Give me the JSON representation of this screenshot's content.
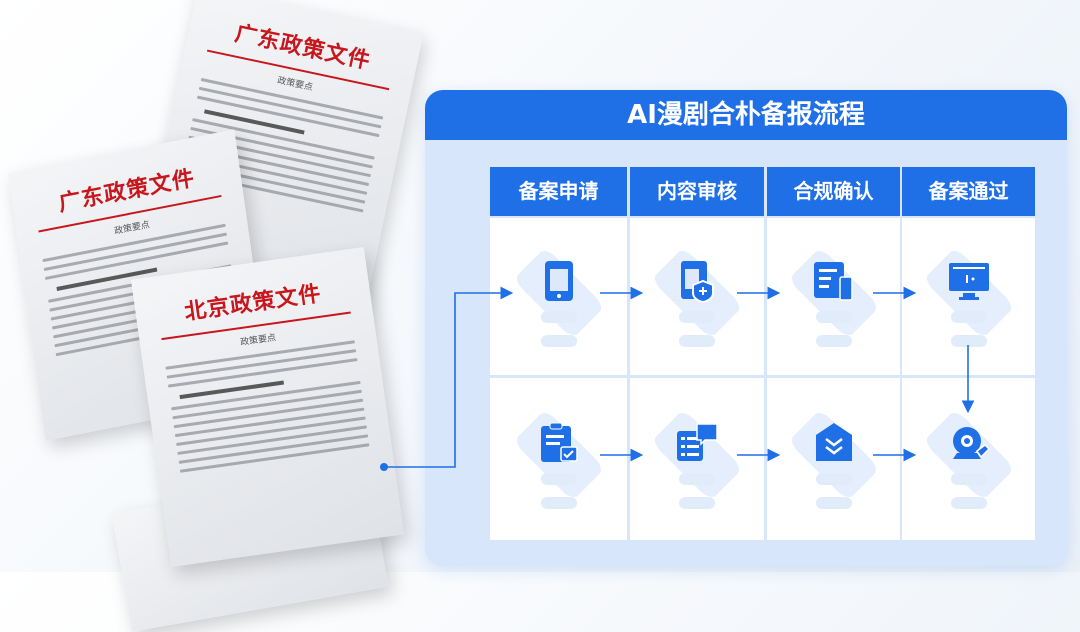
{
  "documents": [
    {
      "title": "广东政策文件",
      "subtitle": "政策要点"
    },
    {
      "title": "广东政策文件",
      "subtitle": "政策要点"
    },
    {
      "title": "北京政策文件",
      "subtitle": "政策要点"
    }
  ],
  "flow": {
    "title": "AI漫剧合朴备报流程",
    "steps": [
      "备案申请",
      "内容审核",
      "合规确认",
      "备案通过"
    ],
    "row1_icons": [
      "tablet-document-icon",
      "document-shield-icon",
      "form-phone-icon",
      "monitor-icon"
    ],
    "row2_icons": [
      "clipboard-check-icon",
      "chat-list-icon",
      "inbox-download-icon",
      "webcam-icon"
    ],
    "accent": "#1f6fe6"
  }
}
